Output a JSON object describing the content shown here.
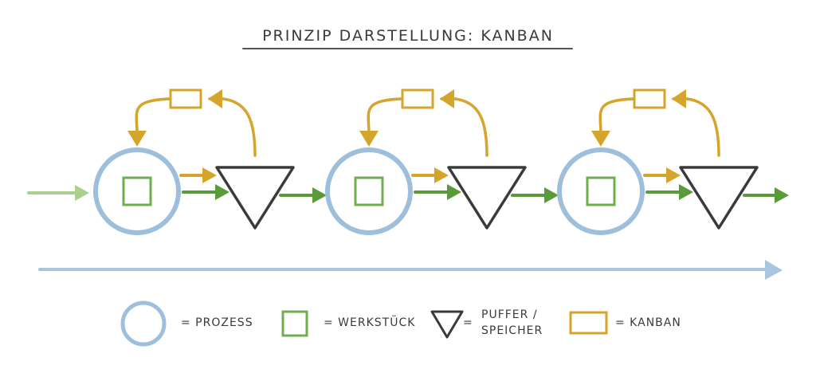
{
  "title": "PRINZIP DARSTELLUNG: KANBAN",
  "colors": {
    "process": "#9dbfdc",
    "workpiece": "#6fae4f",
    "buffer": "#3a3a3a",
    "kanban": "#d4a52a",
    "input_arrow": "#a9d08e",
    "flow": "#5a9a3a",
    "timeline": "#a8c6e0"
  },
  "legend": {
    "prozess": "= PROZESS",
    "werkstueck": "= WERKSTÜCK",
    "puffer_line1": "PUFFER /",
    "puffer_line2": "SPEICHER",
    "puffer_eq": "=",
    "kanban": "= KANBAN"
  },
  "stages": [
    {
      "process": "process",
      "workpiece": "workpiece",
      "buffer": "buffer",
      "kanban": "kanban-card"
    },
    {
      "process": "process",
      "workpiece": "workpiece",
      "buffer": "buffer",
      "kanban": "kanban-card"
    },
    {
      "process": "process",
      "workpiece": "workpiece",
      "buffer": "buffer",
      "kanban": "kanban-card"
    }
  ]
}
